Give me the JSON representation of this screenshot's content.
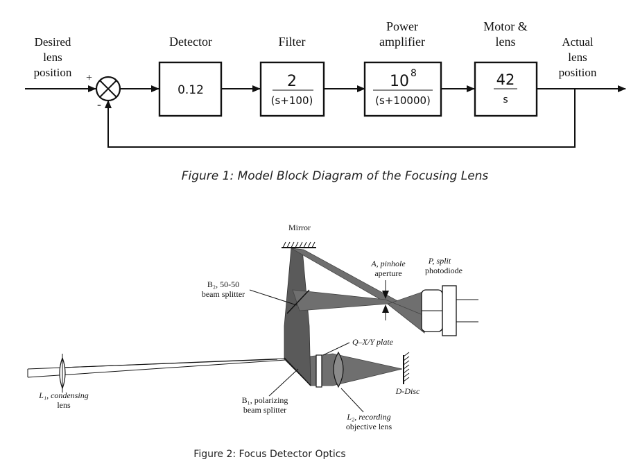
{
  "figure1": {
    "input_label": [
      "Desired",
      "lens",
      "position"
    ],
    "plus_sign": "+",
    "minus_sign": "-",
    "blocks": [
      {
        "title": [
          ""
        ],
        "num": "0.12",
        "den": ""
      },
      {
        "title": [
          "Filter"
        ],
        "num": "2",
        "den": "(s+100)"
      },
      {
        "title": [
          "Power",
          "amplifier"
        ],
        "num": "10",
        "num_exp": "8",
        "den": "(s+10000)"
      },
      {
        "title": [
          "Motor &",
          "lens"
        ],
        "num": "42",
        "den": "s"
      }
    ],
    "detector_title": "Detector",
    "output_label": [
      "Actual",
      "lens",
      "position"
    ],
    "caption": "Figure 1: Model Block Diagram of the Focusing Lens"
  },
  "figure2": {
    "labels": {
      "mirror": "Mirror",
      "b2": [
        "B₂, 50-50",
        "beam splitter"
      ],
      "a": [
        "A, pinhole",
        "aperture"
      ],
      "p": [
        "P, split",
        "photodiode"
      ],
      "q": "Q–X/Y plate",
      "l1": [
        "L₁, condensing",
        "lens"
      ],
      "b1": [
        "B₁, polarizing",
        "beam splitter"
      ],
      "l2": [
        "L₂, recording",
        "objective lens"
      ],
      "d": "D-Disc"
    },
    "caption": "Figure 2: Focus Detector Optics"
  }
}
